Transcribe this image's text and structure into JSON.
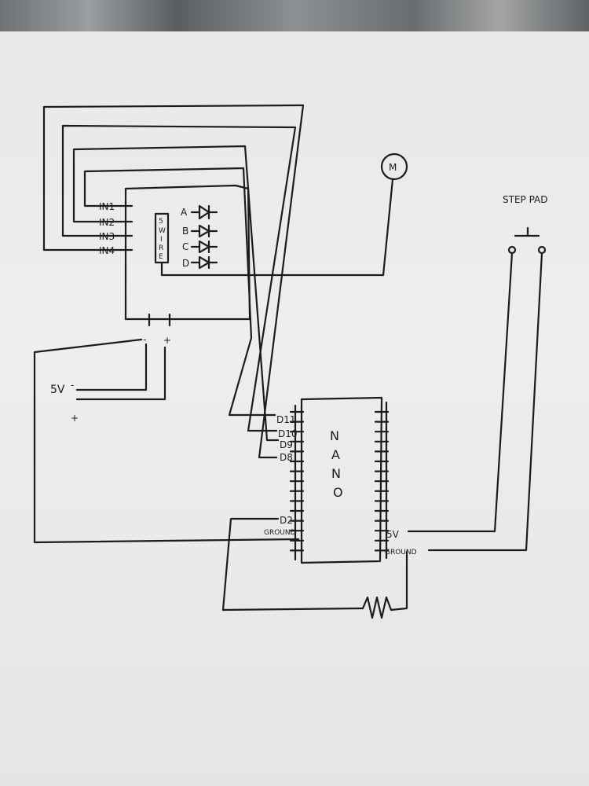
{
  "driver": {
    "inputs": [
      "IN1",
      "IN2",
      "IN3",
      "IN4"
    ],
    "leds": [
      "A",
      "B",
      "C",
      "D"
    ],
    "connector": [
      "5",
      "W",
      "I",
      "R",
      "E"
    ],
    "power_minus": "-",
    "power_plus": "+"
  },
  "supply": {
    "label": "5V",
    "minus": "-",
    "plus": "+"
  },
  "motor": {
    "label": "M"
  },
  "step_pad": {
    "label": "STEP PAD"
  },
  "nano": {
    "title": [
      "N",
      "A",
      "N",
      "O"
    ],
    "left_pins": [
      "D11",
      "D10",
      "D9",
      "D8",
      "D2",
      "GROUND"
    ],
    "right_pins": [
      "5V",
      "GROUND"
    ]
  }
}
